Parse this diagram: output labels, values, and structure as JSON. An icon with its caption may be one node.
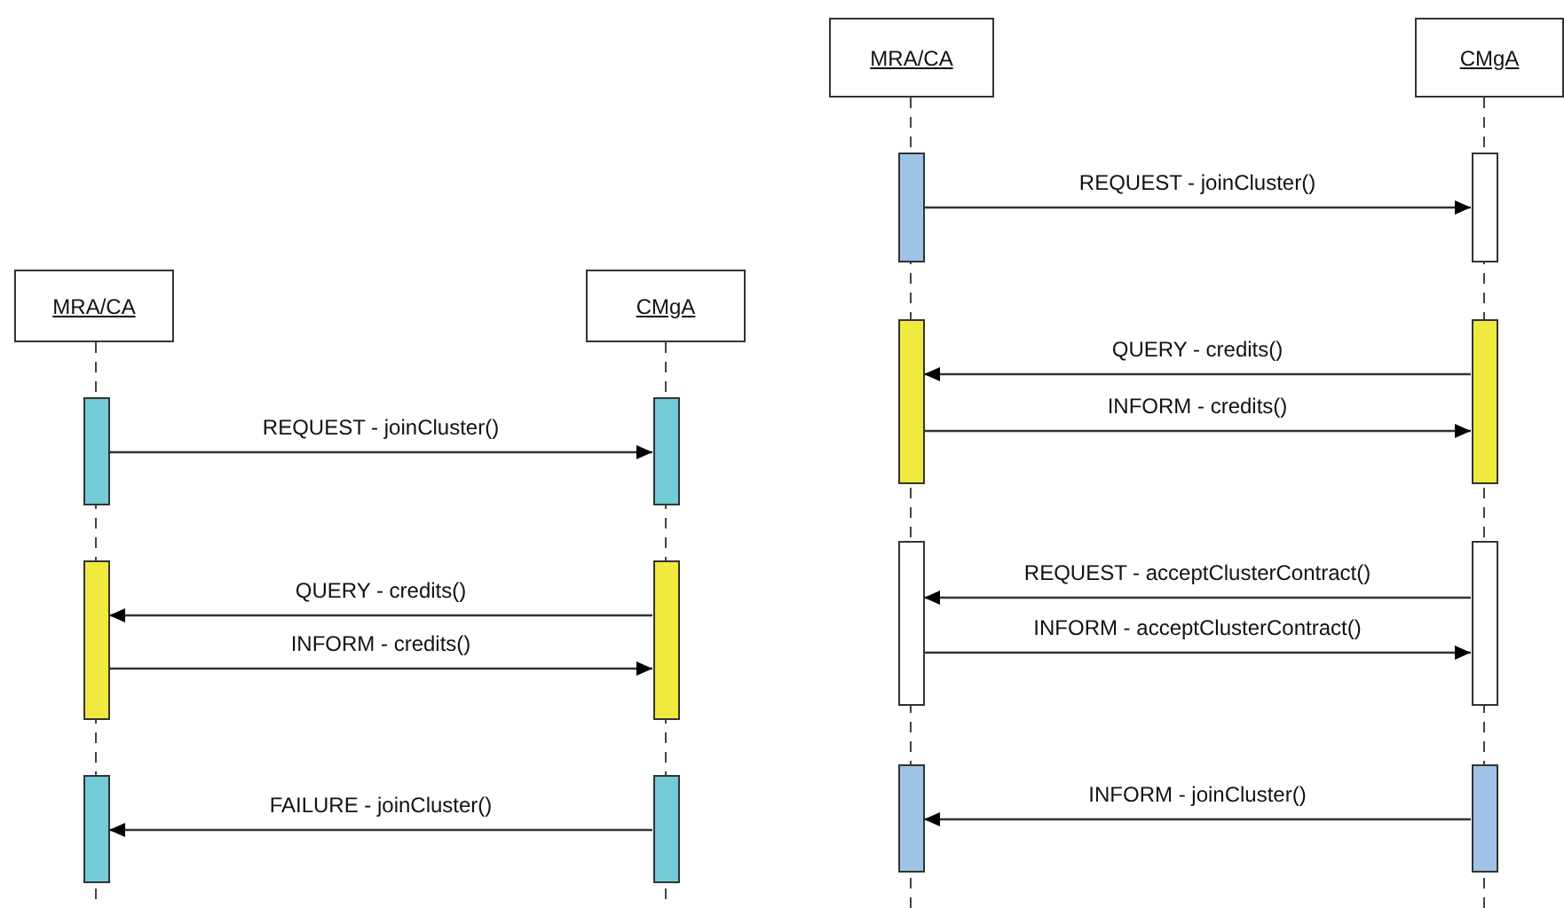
{
  "diagram": {
    "nodes": [
      {
        "text": [
          "MRA/CA"
        ]
      },
      {
        "text": [
          "CMgA"
        ]
      },
      {
        "text": [
          "MRA/CA"
        ]
      },
      {
        "text": [
          "CMgA"
        ]
      },
      {
        "text": [],
        "shape": "bar"
      },
      {
        "text": [],
        "shape": "bar"
      },
      {
        "text": [],
        "shape": "bar"
      },
      {
        "text": [],
        "shape": "bar"
      },
      {
        "text": [],
        "shape": "bar"
      },
      {
        "text": [],
        "shape": "bar"
      },
      {
        "text": [],
        "shape": "bar"
      },
      {
        "text": [],
        "shape": "bar"
      },
      {
        "text": [],
        "shape": "bar"
      },
      {
        "text": [],
        "shape": "bar"
      },
      {
        "text": [],
        "shape": "bar"
      },
      {
        "text": [],
        "shape": "bar"
      },
      {
        "text": [],
        "shape": "bar"
      },
      {
        "text": [],
        "shape": "bar"
      }
    ],
    "edges": [
      {
        "from": 4,
        "to": 5,
        "arrow": "to",
        "label": "REQUEST - joinCluster()"
      },
      {
        "from": 7,
        "to": 6,
        "arrow": "to",
        "label": "QUERY - credits()"
      },
      {
        "from": 6,
        "to": 7,
        "arrow": "to",
        "label": "INFORM - credits()"
      },
      {
        "from": 9,
        "to": 8,
        "arrow": "to",
        "label": "FAILURE - joinCluster()"
      },
      {
        "from": 10,
        "to": 11,
        "arrow": "to",
        "label": "REQUEST - joinCluster()"
      },
      {
        "from": 13,
        "to": 12,
        "arrow": "to",
        "label": "QUERY - credits()"
      },
      {
        "from": 12,
        "to": 13,
        "arrow": "to",
        "label": "INFORM - credits()"
      },
      {
        "from": 15,
        "to": 14,
        "arrow": "to",
        "label": "REQUEST - acceptClusterContract()"
      },
      {
        "from": 14,
        "to": 15,
        "arrow": "to",
        "label": "INFORM - acceptClusterContract()"
      },
      {
        "from": 17,
        "to": 16,
        "arrow": "to",
        "label": "INFORM - joinCluster()"
      }
    ]
  }
}
